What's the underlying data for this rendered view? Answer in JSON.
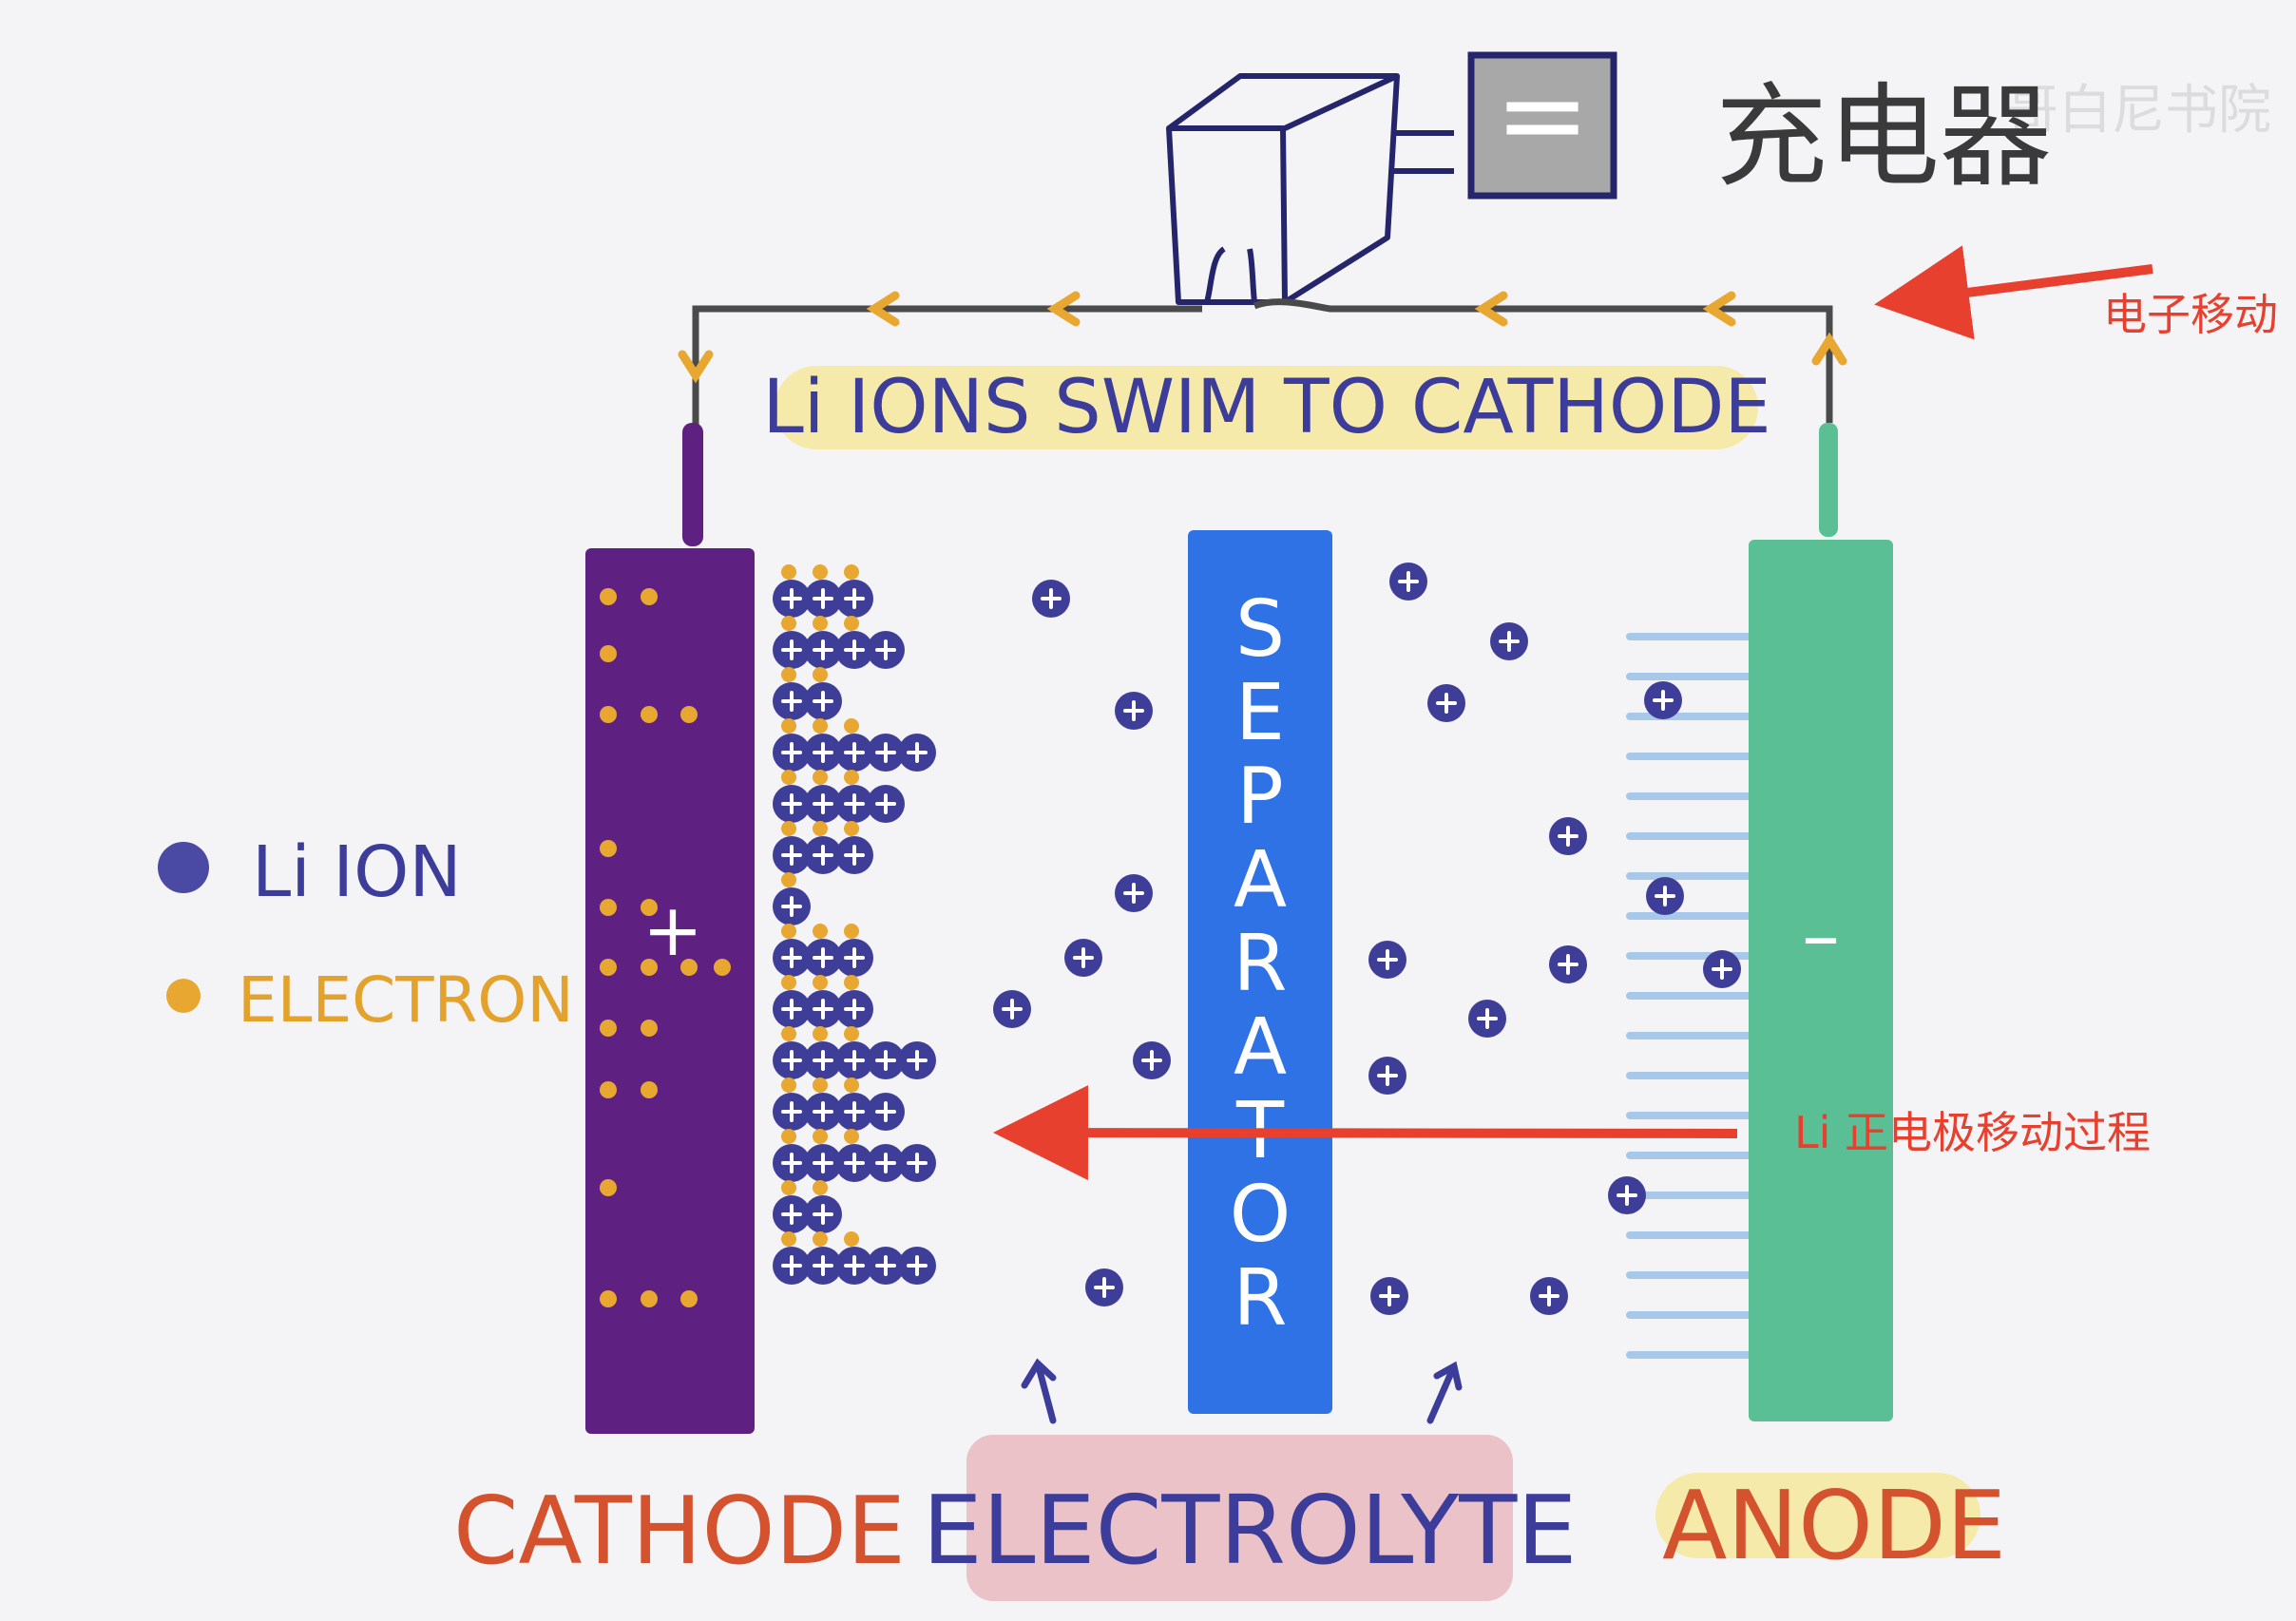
{
  "charger_label": "充电器",
  "watermark": "哥白尼书院",
  "banner": "Li IONS SWIM TO CATHODE",
  "separator_label": "SEPARATOR",
  "legend": {
    "ion": "Li ION",
    "electron": "ELECTRON"
  },
  "labels": {
    "cathode": "CATHODE",
    "electrolyte": "ELECTROLYTE",
    "anode": "ANODE"
  },
  "signs": {
    "positive": "+",
    "negative": "–",
    "battery": "="
  },
  "annotations": {
    "electron_flow": "电子移动",
    "li_flow": "Li 正电极移动过程"
  },
  "colors": {
    "background": "#f4f4f6",
    "cathode": "#5f2181",
    "anode": "#5bbf95",
    "separator": "#2e72e6",
    "ion": "#3e3e98",
    "electron": "#e8a730",
    "wire": "#4a4a4a",
    "annotation": "#e8402e"
  },
  "ions_in_cathode_rows": [
    3,
    4,
    2,
    5,
    4,
    3,
    1,
    3,
    3,
    5,
    4,
    5,
    2,
    5
  ]
}
